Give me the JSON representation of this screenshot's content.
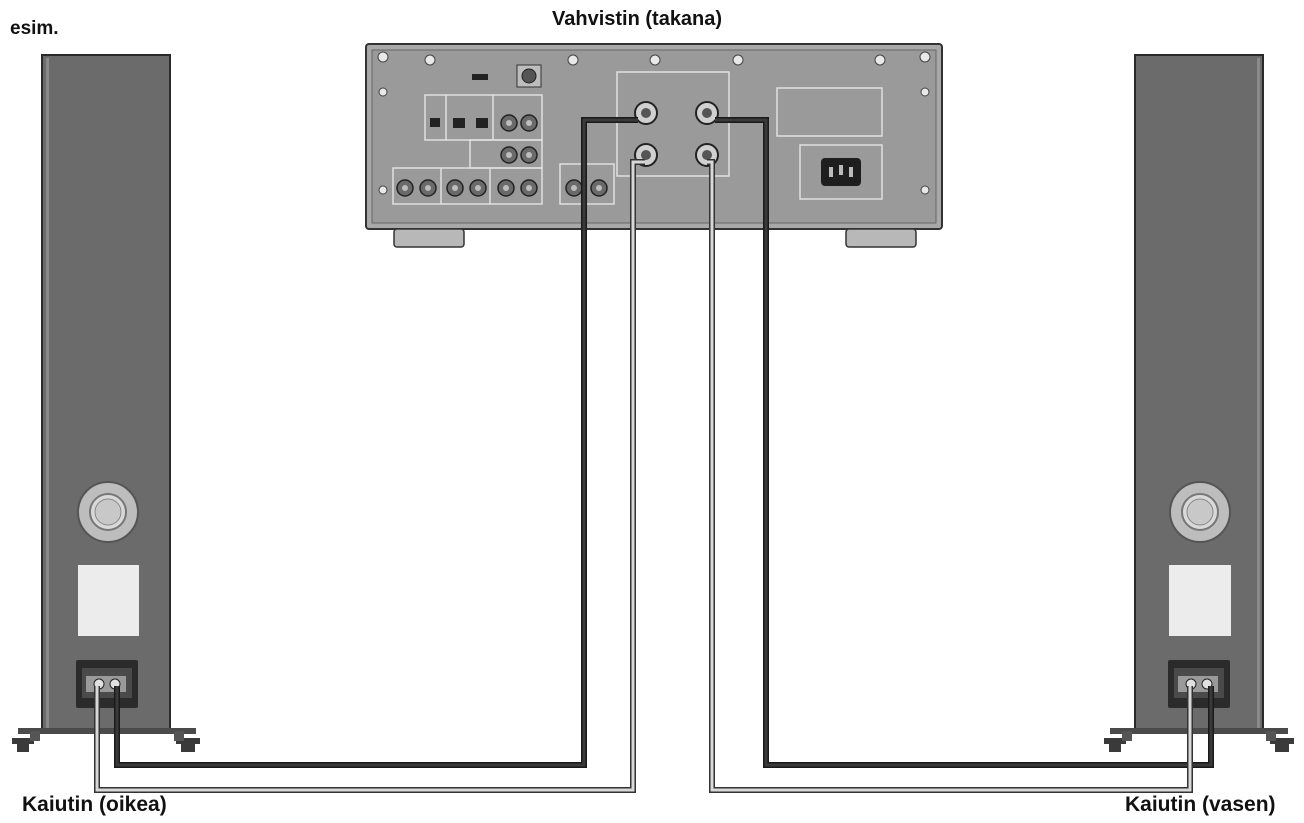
{
  "labels": {
    "example": "esim.",
    "amplifier": "Vahvistin (takana)",
    "speaker_right": "Kaiutin (oikea)",
    "speaker_left": "Kaiutin (vasen)"
  },
  "colors": {
    "cable_dark": "#3a3a3a",
    "cable_light": "#d8d8d8",
    "speaker_body": "#6b6b6b",
    "amp_panel": "#9a9a9a"
  }
}
